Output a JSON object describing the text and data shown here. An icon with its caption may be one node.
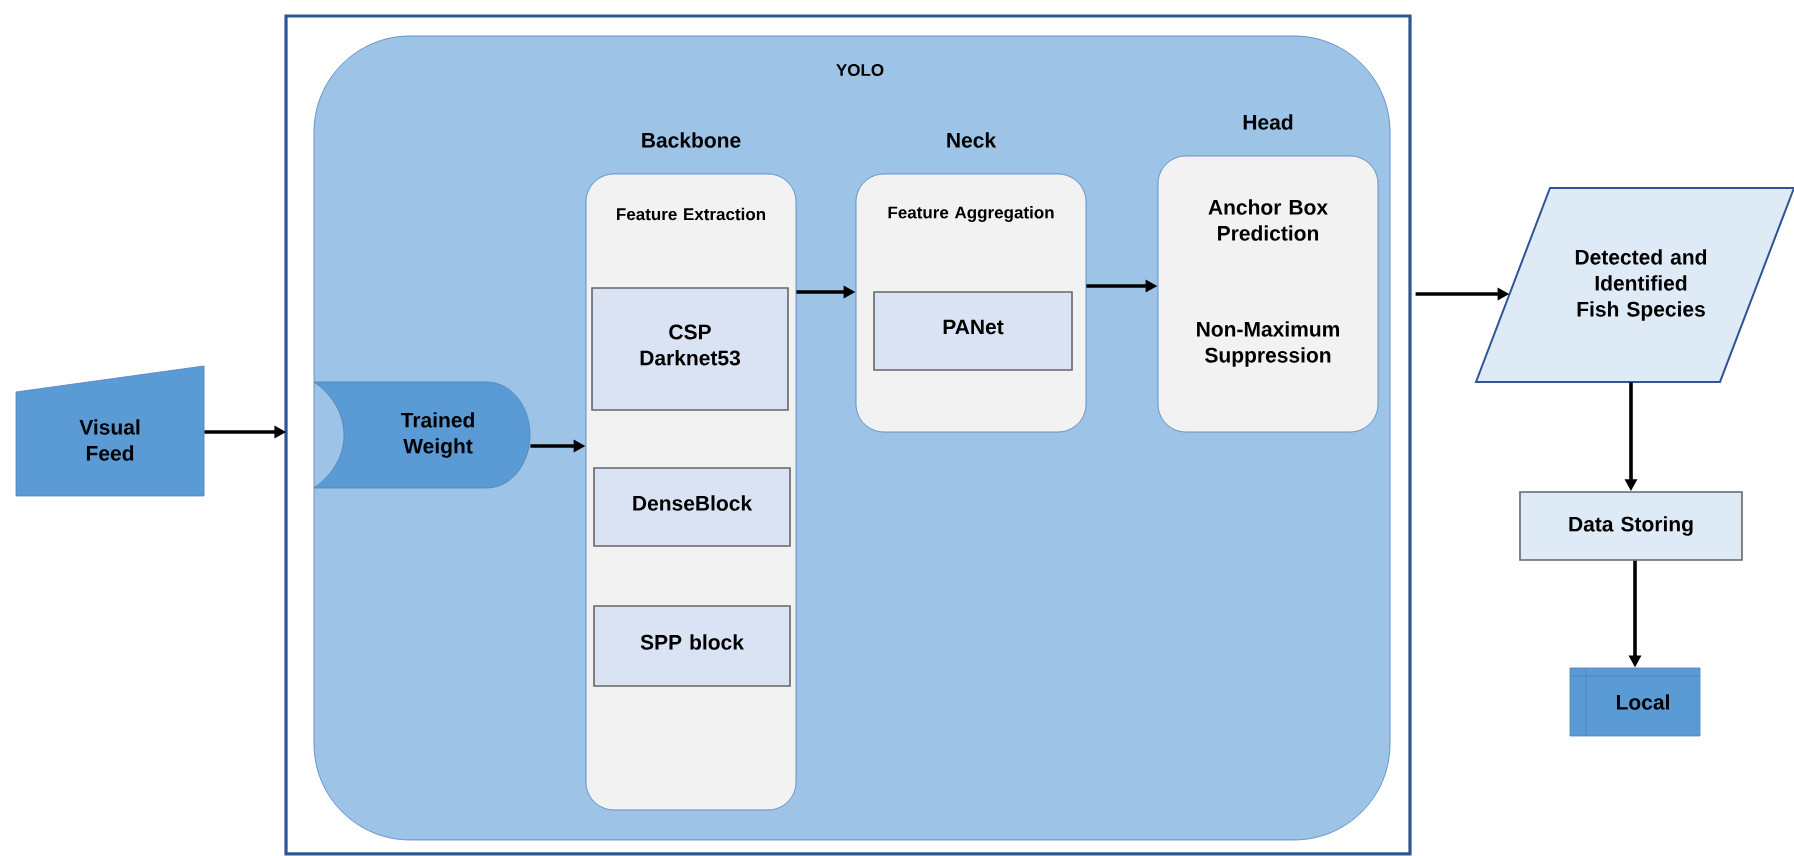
{
  "diagram": {
    "nodes": [
      {
        "text": [],
        "shape": "box"
      },
      {
        "text": [
          "YOLO"
        ],
        "in": 0
      },
      {
        "text": [
          "Visual Feed"
        ]
      },
      {
        "text": [
          "Trained Weight"
        ],
        "in": 1
      },
      {
        "text": [
          "Backbone",
          "Feature Extraction"
        ],
        "in": 1
      },
      {
        "text": [
          "CSP Darknet53"
        ],
        "in": 4
      },
      {
        "text": [
          "DenseBlock"
        ],
        "in": 4
      },
      {
        "text": [
          "SPP block"
        ],
        "in": 4
      },
      {
        "text": [
          "Neck",
          "Feature Aggregation"
        ],
        "in": 1
      },
      {
        "text": [
          "PANet"
        ],
        "in": 8
      },
      {
        "text": [
          "Head",
          "Anchor Box Prediction",
          "Non-Maximum Suppression"
        ],
        "in": 1
      },
      {
        "text": [
          "Detected and Identified Fish Species"
        ]
      },
      {
        "text": [
          "Data Storing"
        ]
      },
      {
        "text": [
          "Local"
        ]
      }
    ],
    "edges": [
      {
        "from": 2,
        "to": 0,
        "arrow": "to"
      },
      {
        "from": 3,
        "to": 4,
        "arrow": "to"
      },
      {
        "from": 4,
        "to": 8,
        "arrow": "to"
      },
      {
        "from": 8,
        "to": 10,
        "arrow": "to"
      },
      {
        "from": 0,
        "to": 11,
        "arrow": "to"
      },
      {
        "from": 11,
        "to": 12,
        "arrow": "to"
      },
      {
        "from": 12,
        "to": 13,
        "arrow": "to"
      }
    ]
  }
}
